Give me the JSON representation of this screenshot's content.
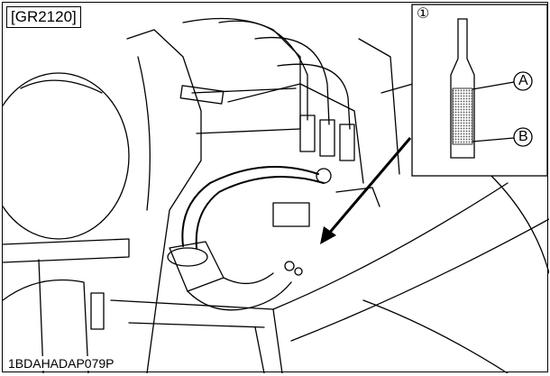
{
  "figure": {
    "tag": "[GR2120]",
    "code": "1BDAHADAP079P",
    "callout": {
      "number": "①",
      "label_a": "A",
      "label_b": "B"
    }
  }
}
